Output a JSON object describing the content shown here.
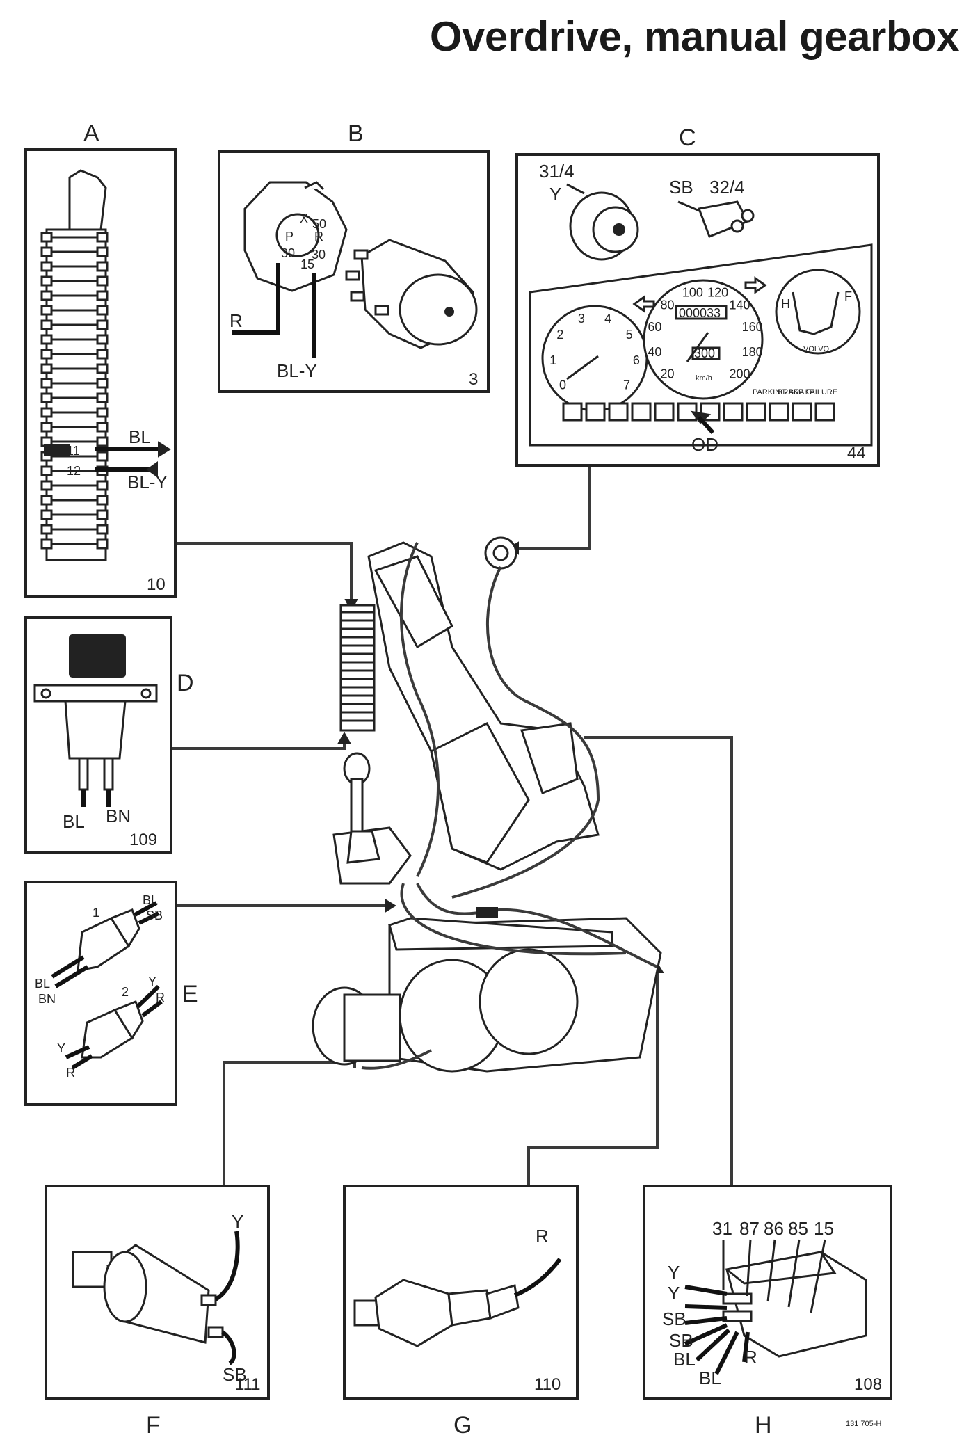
{
  "title": "Overdrive, manual gearbox",
  "figure_ref": "131 705-H",
  "panels": {
    "A": {
      "letter": "A",
      "number": "10",
      "wires": [
        "BL",
        "BL-Y"
      ],
      "pins": [
        "11",
        "12"
      ]
    },
    "B": {
      "letter": "B",
      "number": "3",
      "wires": [
        "R",
        "BL-Y"
      ],
      "terminals": [
        "X",
        "50",
        "P",
        "R",
        "30",
        "30",
        "15"
      ]
    },
    "C": {
      "letter": "C",
      "number": "44",
      "connectors": [
        "31/4",
        "32/4"
      ],
      "wires": [
        "Y",
        "SB"
      ],
      "indicator": "OD",
      "speedo": {
        "ticks": [
          "20",
          "40",
          "60",
          "80",
          "100",
          "120",
          "140",
          "160",
          "180",
          "200"
        ],
        "odometer": "000033",
        "trip": "300",
        "unit": "km/h"
      },
      "tacho": {
        "ticks": [
          "0",
          "1",
          "2",
          "3",
          "4",
          "5",
          "6",
          "7"
        ]
      },
      "gauge": {
        "hot": "H",
        "full": "F",
        "brand": "VOLVO"
      },
      "warn_labels": [
        "PARKING BRAKE",
        "BRAKE FAILURE"
      ]
    },
    "D": {
      "letter": "D",
      "number": "109",
      "wires": [
        "BL",
        "BN"
      ]
    },
    "E": {
      "letter": "E",
      "connectors": [
        "1",
        "2"
      ],
      "wires_top": [
        "BL",
        "SB"
      ],
      "wires_1": [
        "BL",
        "BN"
      ],
      "wires_right2": [
        "Y",
        "R"
      ],
      "wires_2": [
        "Y",
        "R"
      ]
    },
    "F": {
      "letter": "F",
      "number": "111",
      "wires": [
        "Y",
        "SB"
      ]
    },
    "G": {
      "letter": "G",
      "number": "110",
      "wires": [
        "R"
      ]
    },
    "H": {
      "letter": "H",
      "number": "108",
      "terminals": [
        "31",
        "87",
        "86",
        "85",
        "15"
      ],
      "wires": [
        "Y",
        "Y",
        "SB",
        "SB",
        "BL",
        "BL",
        "R"
      ]
    }
  }
}
